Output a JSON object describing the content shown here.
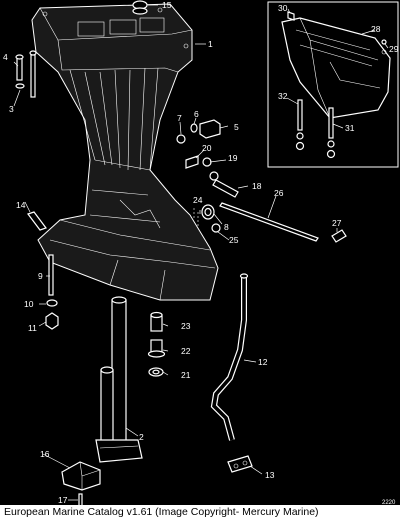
{
  "caption": "European Marine Catalog v1.61 (Image Copyright- Mercury Marine)",
  "corner_code": "2220",
  "callouts": [
    "1",
    "2",
    "3",
    "4",
    "5",
    "6",
    "7",
    "8",
    "9",
    "10",
    "11",
    "12",
    "13",
    "14",
    "15",
    "16",
    "17",
    "18",
    "19",
    "20",
    "21",
    "22",
    "23",
    "24",
    "25",
    "26",
    "27",
    "28",
    "29",
    "30",
    "31",
    "32"
  ]
}
